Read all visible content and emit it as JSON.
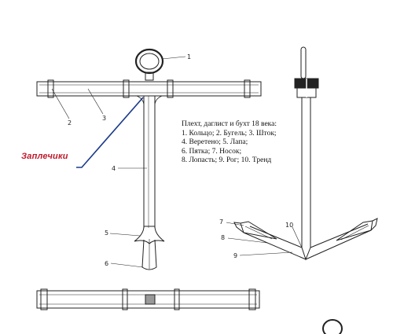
{
  "labels": {
    "n1": "1",
    "n2": "2",
    "n3": "3",
    "n4": "4",
    "n5": "5",
    "n6": "6",
    "n7": "7",
    "n8": "8",
    "n9": "9",
    "n10": "10"
  },
  "callout": "Заплечики",
  "caption": [
    "Плехт, даглист и бухт 18 века:",
    "1. Кольцо; 2. Бугель; 3. Шток;",
    "4. Веретено; 5. Лапа;",
    "6. Пятка; 7. Носок;",
    "8. Лопасть; 9. Рог; 10. Тренд"
  ],
  "colors": {
    "callout": "#c0182a",
    "leader": "#1a3a8a",
    "ink": "#222222"
  }
}
